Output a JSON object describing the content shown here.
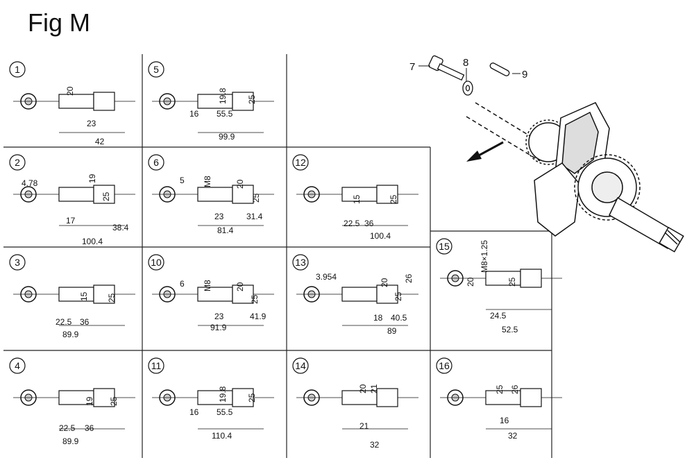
{
  "title": "Fig M",
  "callouts": [
    "7",
    "8",
    "9"
  ],
  "cells": [
    {
      "num": "1",
      "dims": [
        "20",
        "23",
        "42"
      ]
    },
    {
      "num": "2",
      "dims": [
        "4.78",
        "19",
        "25",
        "17",
        "38.4",
        "100.4"
      ]
    },
    {
      "num": "3",
      "dims": [
        "15",
        "25",
        "22.5",
        "36",
        "89.9"
      ]
    },
    {
      "num": "4",
      "dims": [
        "19",
        "25",
        "22.5",
        "36",
        "89.9"
      ]
    },
    {
      "num": "5",
      "dims": [
        "19.8",
        "25",
        "16",
        "55.5",
        "99.9"
      ]
    },
    {
      "num": "6",
      "dims": [
        "5",
        "M8",
        "20",
        "25",
        "23",
        "31.4",
        "81.4"
      ]
    },
    {
      "num": "10",
      "dims": [
        "6",
        "M8",
        "20",
        "25",
        "23",
        "41.9",
        "91.9"
      ]
    },
    {
      "num": "11",
      "dims": [
        "19.8",
        "25",
        "16",
        "55.5",
        "110.4"
      ]
    },
    {
      "num": "12",
      "dims": [
        "15",
        "25",
        "22.5",
        "36",
        "100.4"
      ]
    },
    {
      "num": "13",
      "dims": [
        "3.954",
        "20",
        "26",
        "25",
        "18",
        "40.5",
        "89"
      ]
    },
    {
      "num": "14",
      "dims": [
        "20",
        "21",
        "21",
        "32"
      ]
    },
    {
      "num": "15",
      "dims": [
        "20",
        "M8×1.25",
        "25",
        "24.5",
        "52.5"
      ]
    },
    {
      "num": "16",
      "dims": [
        "25",
        "26",
        "16",
        "32"
      ]
    }
  ]
}
